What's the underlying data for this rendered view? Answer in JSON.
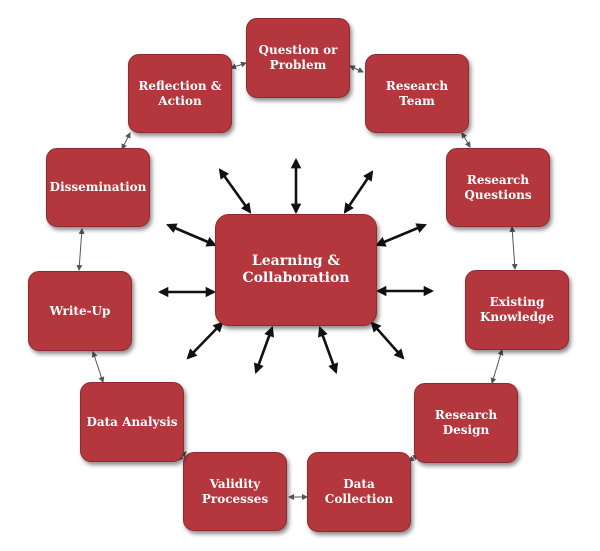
{
  "diagram": {
    "center": {
      "label": "Learning &\nCollaboration"
    },
    "steps": [
      {
        "id": "question",
        "label": "Question or\nProblem"
      },
      {
        "id": "team",
        "label": "Research\nTeam"
      },
      {
        "id": "rq",
        "label": "Research\nQuestions"
      },
      {
        "id": "knowledge",
        "label": "Existing\nKnowledge"
      },
      {
        "id": "design",
        "label": "Research\nDesign"
      },
      {
        "id": "collection",
        "label": "Data\nCollection"
      },
      {
        "id": "validity",
        "label": "Validity\nProcesses"
      },
      {
        "id": "analysis",
        "label": "Data Analysis"
      },
      {
        "id": "writeup",
        "label": "Write-Up"
      },
      {
        "id": "dissemination",
        "label": "Dissemination"
      },
      {
        "id": "reflection",
        "label": "Reflection &\nAction"
      }
    ],
    "colors": {
      "node_fill": "#b3373d",
      "node_text": "#ffffff",
      "arrow": "#111111"
    }
  }
}
